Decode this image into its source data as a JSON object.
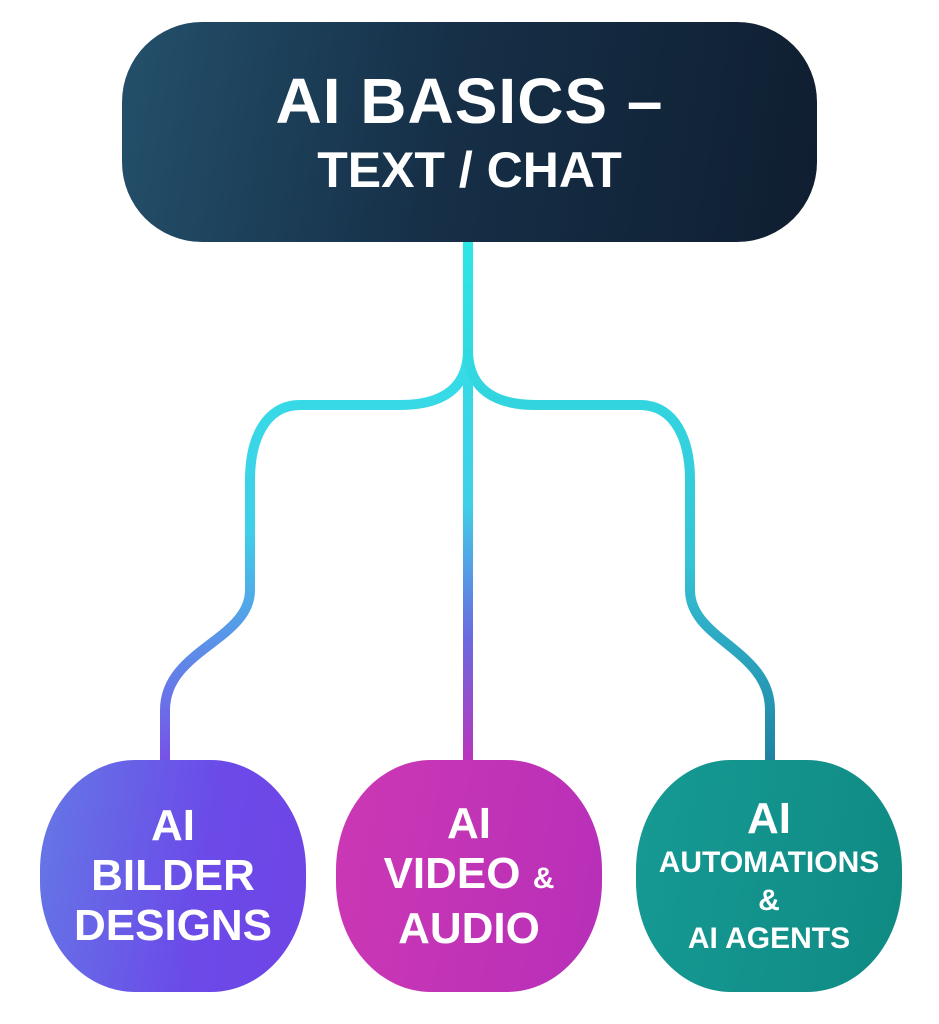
{
  "header": {
    "line1": "AI BASICS –",
    "line2": "TEXT / CHAT"
  },
  "nodes": [
    {
      "line1": "AI",
      "line2": "BILDER",
      "line3": "DESIGNS"
    },
    {
      "line1": "AI",
      "line2": "VIDEO",
      "amp": "&",
      "line3": "AUDIO"
    },
    {
      "line1": "AI",
      "line2": "AUTOMATIONS",
      "amp": "&",
      "line3": "AI AGENTS"
    }
  ],
  "colors": {
    "connector_top": "#2ee6e6",
    "connector_left_bottom": "#7a4ce8",
    "connector_mid_bottom": "#c030b8",
    "connector_right_bottom": "#1f7fa0",
    "header": "#163048"
  }
}
